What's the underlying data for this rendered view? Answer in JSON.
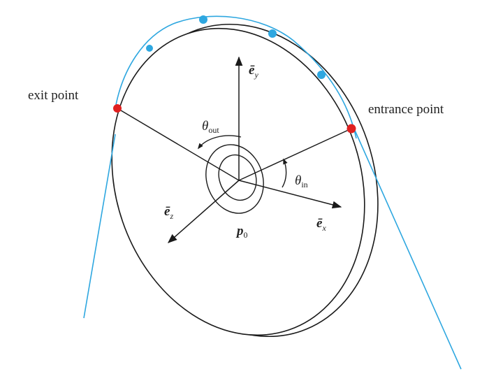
{
  "labels": {
    "exit_point": "exit point",
    "entrance_point": "entrance point",
    "theta_out": {
      "symbol": "θ",
      "sub": "out"
    },
    "theta_in": {
      "symbol": "θ",
      "sub": "in"
    },
    "ey": {
      "symbol": "ē",
      "sub": "y"
    },
    "ex": {
      "symbol": "ē",
      "sub": "x"
    },
    "ez": {
      "symbol": "ē",
      "sub": "z"
    },
    "p0": {
      "symbol": "p",
      "sub": "0"
    }
  },
  "colors": {
    "outline": "#1a1a1a",
    "belt": "#2ea7e0",
    "contact_points": "#e02020",
    "belt_points": "#2ea7e0"
  }
}
